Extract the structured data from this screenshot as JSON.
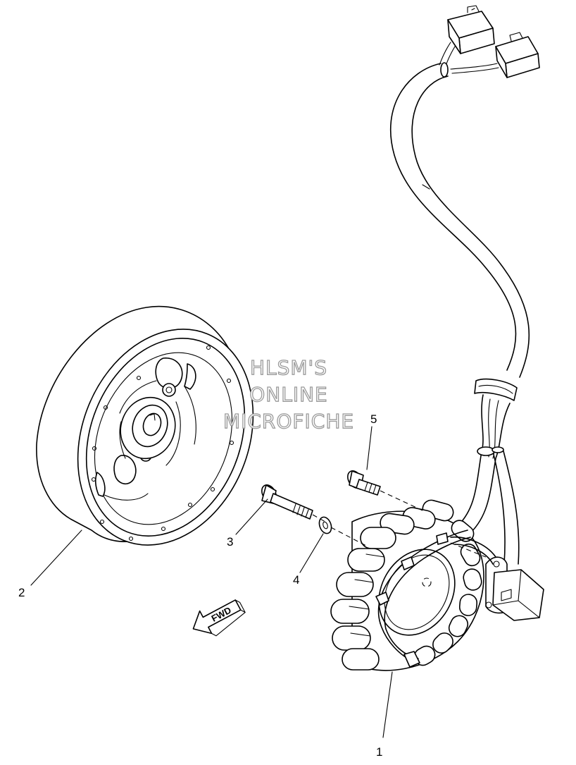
{
  "watermark": {
    "line1": "HLSM'S",
    "line2": "ONLINE",
    "line3": "MICROFICHE"
  },
  "direction_arrow": {
    "label": "FWD"
  },
  "callouts": [
    {
      "id": "1",
      "label": "1",
      "part": "stator assembly"
    },
    {
      "id": "2",
      "label": "2",
      "part": "rotor / flywheel"
    },
    {
      "id": "3",
      "label": "3",
      "part": "bolt"
    },
    {
      "id": "4",
      "label": "4",
      "part": "washer"
    },
    {
      "id": "5",
      "label": "5",
      "part": "screw"
    }
  ],
  "colors": {
    "line": "#000000",
    "background": "#ffffff",
    "watermark_outline": "#9a9a9a"
  }
}
